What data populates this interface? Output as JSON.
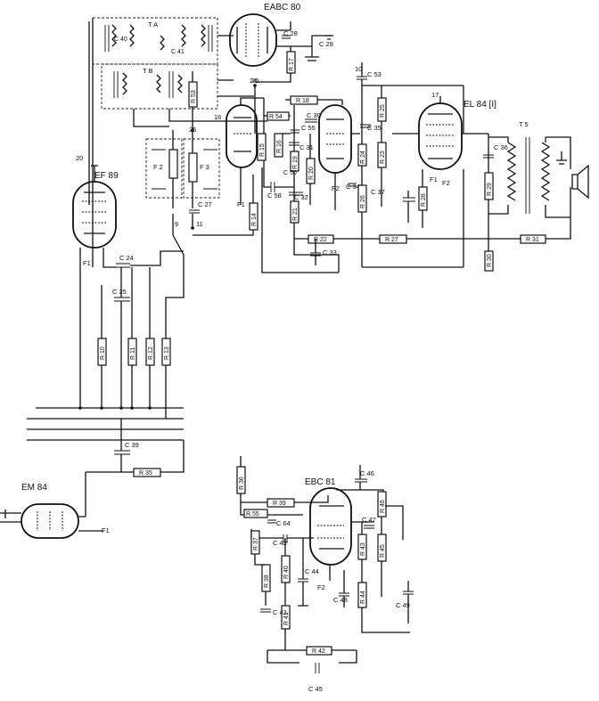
{
  "tubes": {
    "eabc80": "EABC 80",
    "ef89": "EF 89",
    "el84": "EL 84 [I]",
    "em84": "EM 84",
    "ebc81": "EBC 81"
  },
  "transformers": {
    "ta": "T A",
    "tb": "T B",
    "t5": "T 5"
  },
  "filters": {
    "f2": "F 2",
    "f3": "F 3"
  },
  "resistors": {
    "r10": "R 10",
    "r11": "R 11",
    "r12": "R 12",
    "r13": "R 13",
    "r14": "R 14",
    "r15": "R 15",
    "r16": "R 16",
    "r17": "R 17",
    "r18": "R 18",
    "r19": "R 19",
    "r20": "R 20",
    "r21": "R 21",
    "r22": "R 22",
    "r23": "R 23",
    "r24": "R 24",
    "r25": "R 25",
    "r26": "R 26",
    "r27": "R 27",
    "r28": "R 28",
    "r29": "R 29",
    "r30": "R 30",
    "r31": "R 31",
    "r35": "R 35",
    "r36": "R 36",
    "r37": "R 37",
    "r38": "R 38",
    "r39": "R 39",
    "r40": "R 40",
    "r41": "R 41",
    "r42": "R 42",
    "r43": "R 43",
    "r44": "R 44",
    "r45": "R 45",
    "r46": "R 46",
    "r53": "R 53",
    "r54": "R 54",
    "r55": "R 55"
  },
  "capacitors": {
    "c24": "C 24",
    "c25": "C 25",
    "c27": "C 27",
    "c28": "C 28",
    "c29": "C 29",
    "c30": "C 30",
    "c31": "C 31",
    "c32": "C 32",
    "c33": "C 33",
    "c34": "C 34",
    "c35": "C 35",
    "c36": "C 36",
    "c37": "C 37",
    "c39": "C 39",
    "c40": "C 40",
    "c41": "C 41",
    "c42": "C 42",
    "c43": "C 43",
    "c44": "C 44",
    "c45": "C 45",
    "c46": "C 46",
    "c47": "C 47",
    "c48": "C 48",
    "c49": "C 49",
    "c50": "C 50",
    "c53": "C 53",
    "c55": "C 55",
    "c58": "C 58",
    "c64": "C 64"
  },
  "nodes": {
    "n9": "9",
    "n10": "10",
    "n11": "11",
    "n16": "16",
    "n17": "17",
    "n20": "20",
    "n24": "24",
    "n25": "25",
    "n26": "26"
  },
  "pins": {
    "f1": "F1",
    "f1b": "F1",
    "f1c": "F1",
    "f1d": "F1",
    "f2": "F2",
    "f2b": "F2",
    "f2c": "F2"
  },
  "colors": {
    "ink": "#111111",
    "paper": "#ffffff"
  }
}
